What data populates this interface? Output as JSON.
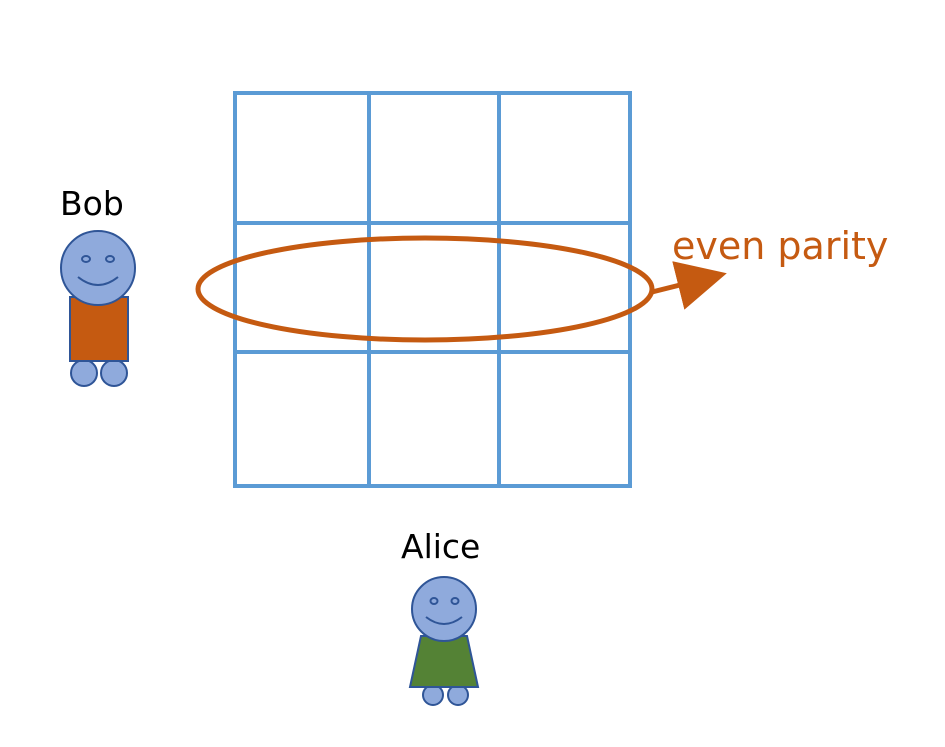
{
  "characters": {
    "bob": {
      "name": "Bob",
      "shirt_color": "#C55A11"
    },
    "alice": {
      "name": "Alice",
      "dress_color": "#548235"
    }
  },
  "grid": {
    "rows": 3,
    "cols": 3,
    "line_color": "#5B9BD5"
  },
  "highlight": {
    "row": 2,
    "label": "even parity",
    "color": "#C55A11"
  },
  "colors": {
    "skin": "#8FAADC",
    "outline": "#2F5597"
  }
}
